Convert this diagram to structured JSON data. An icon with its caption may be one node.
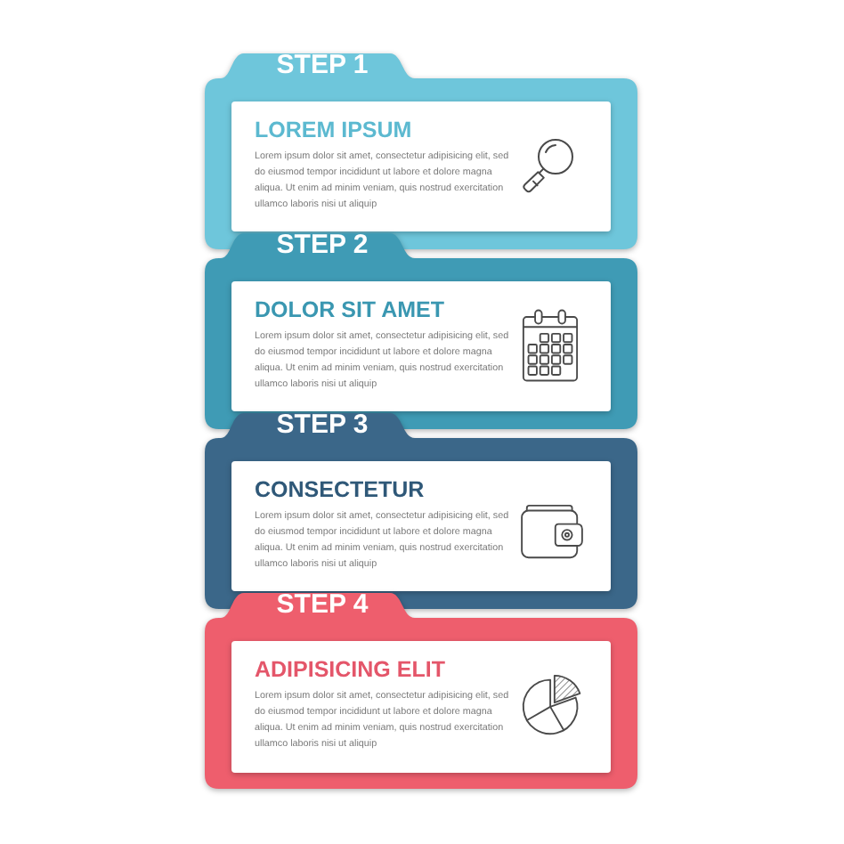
{
  "diagram": {
    "nodes": [
      {
        "text": [
          "STEP 1"
        ]
      },
      {
        "text": [
          "LOREM IPSUM",
          "Lorem ipsum dolor sit amet, consectetur adipisicing elit, sed do eiusmod tempor incididunt ut labore et dolore magna aliqua. Ut enim ad minim veniam, quis nostrud exercitation ullamco laboris nisi ut aliquip"
        ],
        "in": 0
      },
      {
        "text": [
          "STEP 2"
        ]
      },
      {
        "text": [
          "DOLOR SIT AMET",
          "Lorem ipsum dolor sit amet, consectetur adipisicing elit, sed do eiusmod tempor incididunt ut labore et dolore magna aliqua. Ut enim ad minim veniam, quis nostrud exercitation ullamco laboris nisi ut aliquip"
        ],
        "in": 2
      },
      {
        "text": [
          "STEP 3"
        ]
      },
      {
        "text": [
          "CONSECTETUR",
          "Lorem ipsum dolor sit amet, consectetur adipisicing elit, sed do eiusmod tempor incididunt ut labore et dolore magna aliqua. Ut enim ad minim veniam, quis nostrud exercitation ullamco laboris nisi ut aliquip"
        ],
        "in": 4
      },
      {
        "text": [
          "STEP 4"
        ]
      },
      {
        "text": [
          "ADIPISICING ELIT",
          "Lorem ipsum dolor sit amet, consectetur adipisicing elit, sed do eiusmod tempor incididunt ut labore et dolore magna aliqua. Ut enim ad minim veniam, quis nostrud exercitation ullamco laboris nisi ut aliquip"
        ],
        "in": 6
      }
    ]
  }
}
